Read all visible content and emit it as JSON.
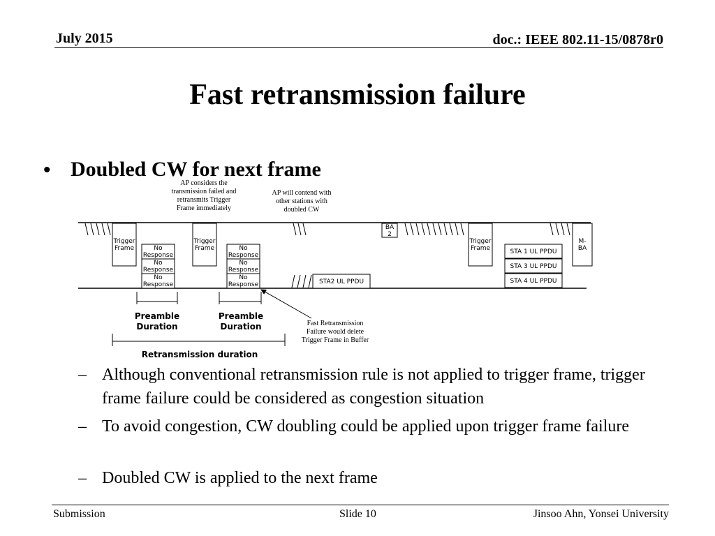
{
  "header": {
    "date": "July 2015",
    "doc": "doc.: IEEE 802.11-15/0878r0"
  },
  "title": "Fast retransmission failure",
  "bullet": "Doubled CW for next frame",
  "diagram": {
    "ann_ap_considers": [
      "AP considers the",
      "transmission failed and",
      "retransmits Trigger",
      "Frame immediately"
    ],
    "ann_ap_contend": [
      "AP will contend with",
      "other stations with",
      "doubled CW"
    ],
    "ann_fast_fail": [
      "Fast Retransmission",
      "Failure would delete",
      "Trigger Frame in Buffer"
    ],
    "trigger_frame": [
      "Trigger",
      "Frame"
    ],
    "no_response": [
      "No",
      "Response"
    ],
    "ba2": [
      "BA",
      "2"
    ],
    "mba": [
      "M-",
      "BA"
    ],
    "sta2": "STA2 UL PPDU",
    "sta1": "STA 1 UL PPDU",
    "sta3": "STA 3 UL PPDU",
    "sta4": "STA 4 UL PPDU",
    "preamble": [
      "Preamble",
      "Duration"
    ],
    "retx_duration": "Retransmission duration"
  },
  "subbullets": [
    {
      "dash": "–",
      "text": "Although conventional retransmission rule is not applied to trigger frame, trigger frame failure could be considered as congestion situation"
    },
    {
      "dash": "–",
      "text": "To avoid congestion, CW doubling could be applied upon trigger frame failure"
    },
    {
      "dash": "–",
      "text": "Doubled CW is applied to the next frame"
    }
  ],
  "footer": {
    "left": "Submission",
    "center": "Slide 10",
    "right": "Jinsoo Ahn, Yonsei University"
  }
}
